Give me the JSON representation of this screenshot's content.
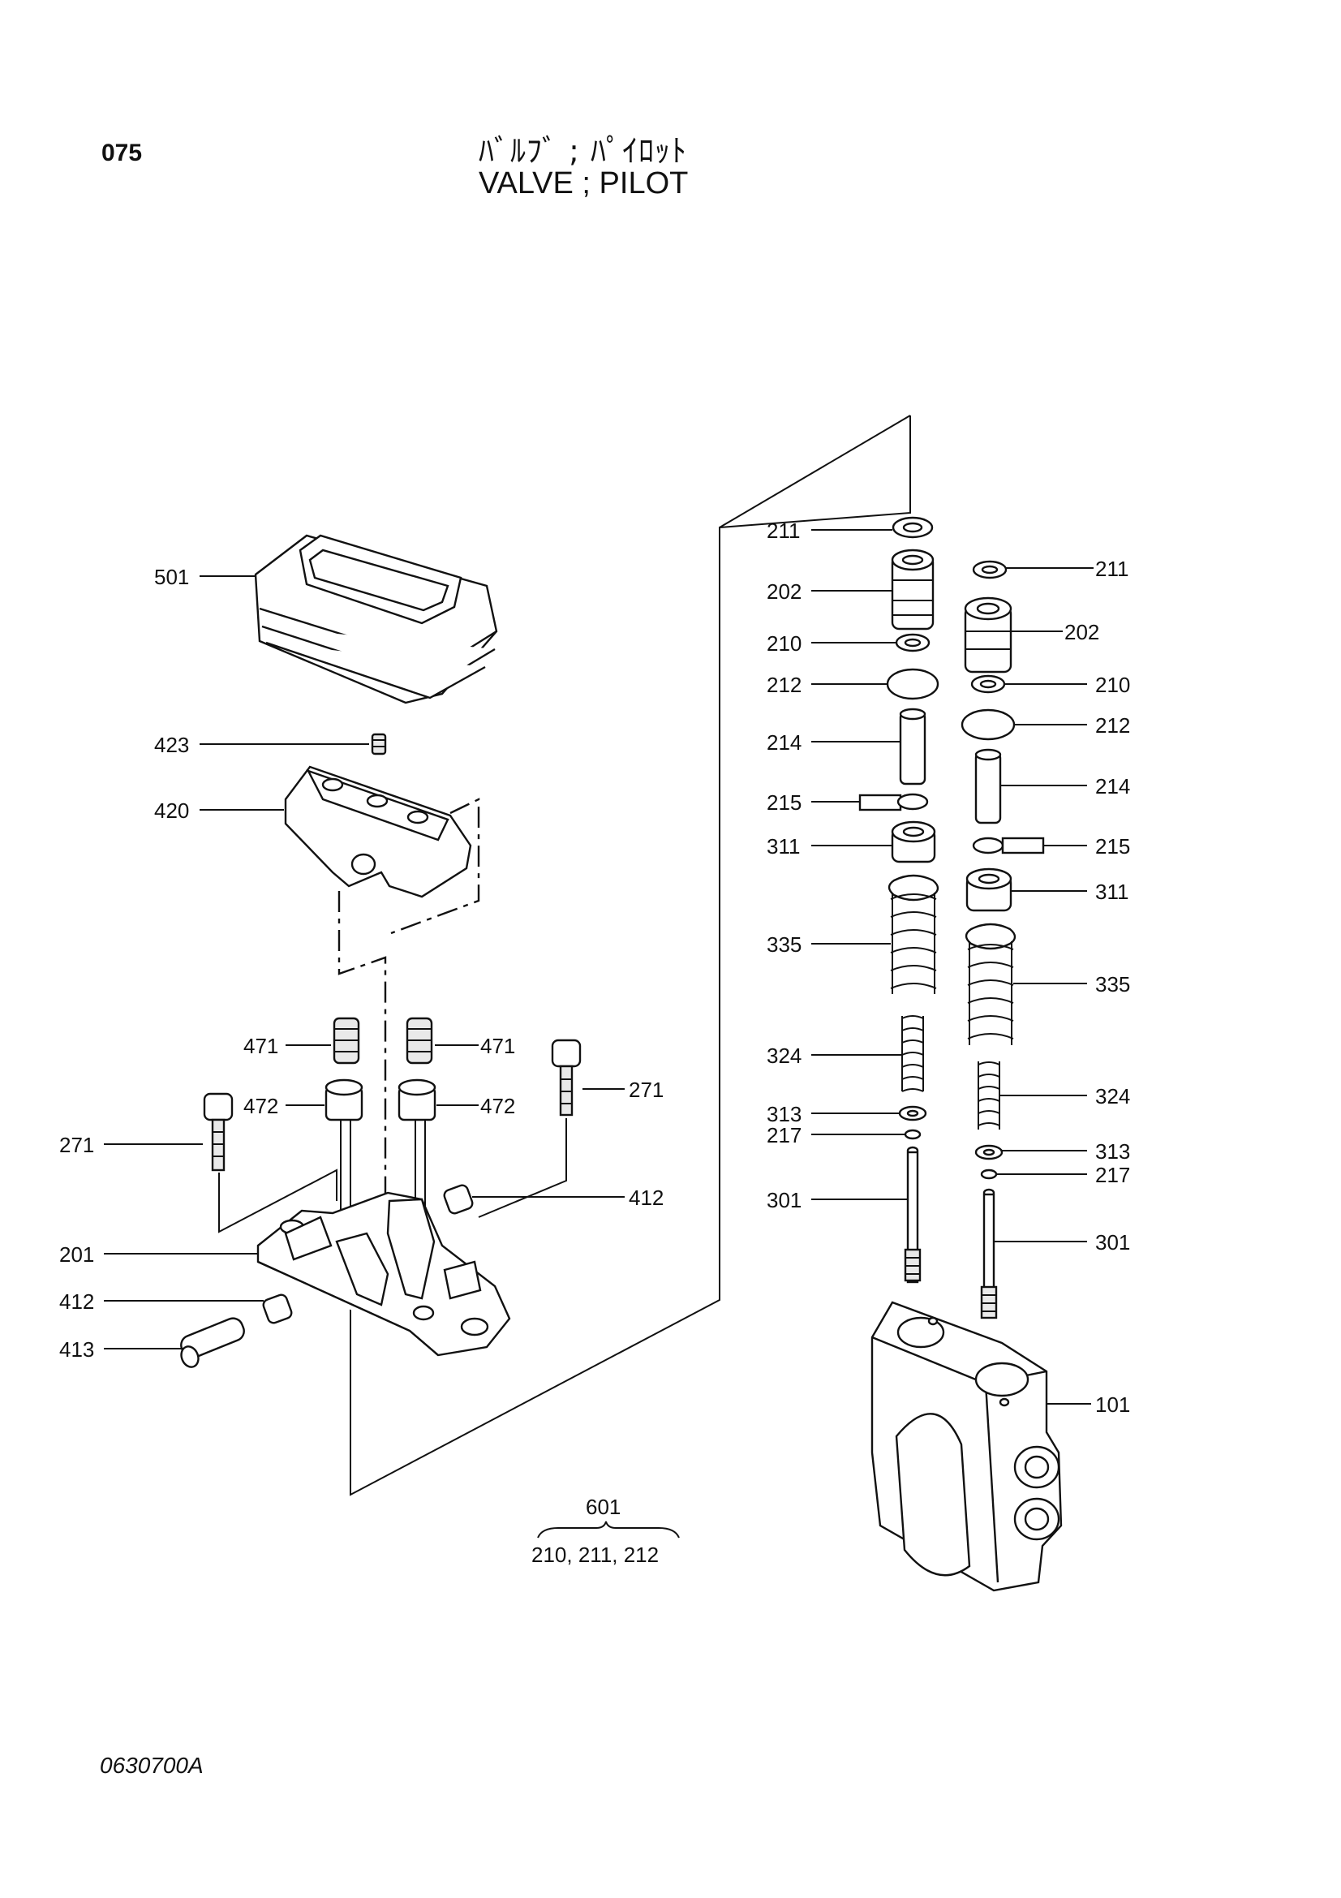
{
  "header": {
    "page_code": "075",
    "title_ja": "ﾊﾞﾙﾌﾞ ; ﾊﾟｲﾛｯﾄ",
    "title_en": "VALVE ; PILOT"
  },
  "footer": {
    "drawing_no": "0630700A"
  },
  "kit": {
    "number": "601",
    "contents": "210, 211, 212"
  },
  "callouts": {
    "p501": "501",
    "p423": "423",
    "p420": "420",
    "p471a": "471",
    "p471b": "471",
    "p472a": "472",
    "p472b": "472",
    "p271a": "271",
    "p271b": "271",
    "p412a": "412",
    "p412b": "412",
    "p201": "201",
    "p413": "413",
    "l211": "211",
    "l202": "202",
    "l210": "210",
    "l212": "212",
    "l214": "214",
    "l215": "215",
    "l311": "311",
    "l335": "335",
    "l324": "324",
    "l313": "313",
    "l217": "217",
    "l301": "301",
    "r211": "211",
    "r202": "202",
    "r210": "210",
    "r212": "212",
    "r214": "214",
    "r215": "215",
    "r311": "311",
    "r335": "335",
    "r324": "324",
    "r313": "313",
    "r217": "217",
    "r301": "301",
    "r101": "101"
  }
}
